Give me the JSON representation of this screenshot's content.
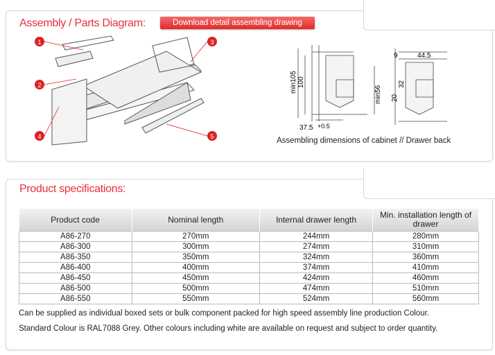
{
  "assembly": {
    "title": "Assembly / Parts Diagram:",
    "download_label": "Download detail assembling drawing",
    "callouts": [
      "1",
      "2",
      "3",
      "4",
      "5"
    ],
    "caption": "Assembling dimensions of cabinet // Drawer back",
    "dims": {
      "min105": "min105",
      "d100": "100",
      "min56": "min56",
      "d37": "37.5",
      "d05": "+0.5",
      "d9": "9",
      "d44": "44.5",
      "d20": "20",
      "d32": "32"
    }
  },
  "specs": {
    "title": "Product specifications:",
    "headers": [
      "Product code",
      "Nominal length",
      "Internal drawer length",
      "Min. installation length of drawer"
    ],
    "rows": [
      [
        "A86-270",
        "270mm",
        "244mm",
        "280mm"
      ],
      [
        "A86-300",
        "300mm",
        "274mm",
        "310mm"
      ],
      [
        "A86-350",
        "350mm",
        "324mm",
        "360mm"
      ],
      [
        "A86-400",
        "400mm",
        "374mm",
        "410mm"
      ],
      [
        "A86-450",
        "450mm",
        "424mm",
        "460mm"
      ],
      [
        "A86-500",
        "500mm",
        "474mm",
        "510mm"
      ],
      [
        "A86-550",
        "550mm",
        "524mm",
        "560mm"
      ]
    ],
    "notes": [
      "Can be supplied as individual boxed sets or bulk component packed for high speed assembly line production Colour.",
      "Standard Colour is RAL7088 Grey. Other colours including white are available on request and subject to order quantity."
    ]
  }
}
